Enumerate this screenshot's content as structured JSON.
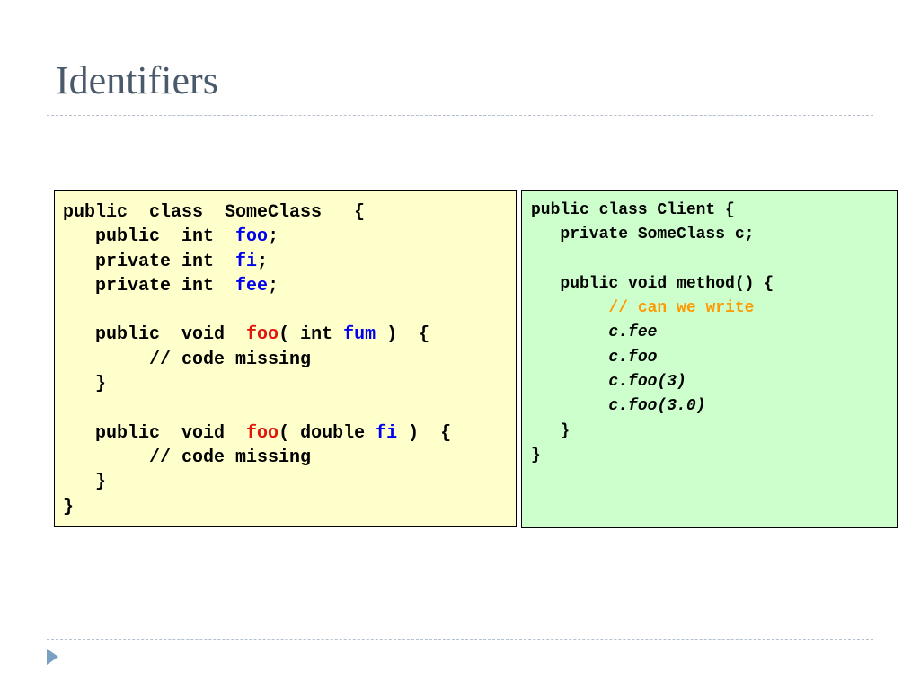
{
  "slide": {
    "title": "Identifiers"
  },
  "colors": {
    "title": "#4a5a6a",
    "left_box_bg": "#ffffcc",
    "right_box_bg": "#ccffcc",
    "method_name": "#e0160f",
    "identifier": "#0000ee",
    "comment_highlight": "#ff9900",
    "rule": "#b4c0cc",
    "bullet": "#7aa0c4"
  },
  "left_code": {
    "l1": {
      "a": "public  class  SomeClass   {"
    },
    "l2": {
      "indent": "   ",
      "a": "public  int  ",
      "b": "foo",
      "c": ";"
    },
    "l3": {
      "indent": "   ",
      "a": "private int  ",
      "b": "fi",
      "c": ";"
    },
    "l4": {
      "indent": "   ",
      "a": "private int  ",
      "b": "fee",
      "c": ";"
    },
    "l6": {
      "indent": "   ",
      "a": "public  void  ",
      "b": "foo",
      "c": "( int ",
      "d": "fum",
      "e": " )  {"
    },
    "l7": {
      "indent": "        ",
      "a": "// code missing"
    },
    "l8": {
      "indent": "   ",
      "a": "}"
    },
    "l10": {
      "indent": "   ",
      "a": "public  void  ",
      "b": "foo",
      "c": "( double ",
      "d": "fi",
      "e": " )  {"
    },
    "l11": {
      "indent": "        ",
      "a": "// code missing"
    },
    "l12": {
      "indent": "   ",
      "a": "}"
    },
    "l13": {
      "a": "}"
    }
  },
  "right_code": {
    "l1": {
      "a": "public class Client {"
    },
    "l2": {
      "indent": "   ",
      "a": "private SomeClass c;"
    },
    "l4": {
      "indent": "   ",
      "a": "public void method() {"
    },
    "l5": {
      "indent": "        ",
      "a": "// can we write"
    },
    "l6": {
      "indent": "        ",
      "a": "c.fee"
    },
    "l7": {
      "indent": "        ",
      "a": "c.foo"
    },
    "l8": {
      "indent": "        ",
      "a": "c.foo(3)"
    },
    "l9": {
      "indent": "        ",
      "a": "c.foo(3.0)"
    },
    "l10": {
      "indent": "   ",
      "a": "}"
    },
    "l11": {
      "a": "}"
    }
  }
}
